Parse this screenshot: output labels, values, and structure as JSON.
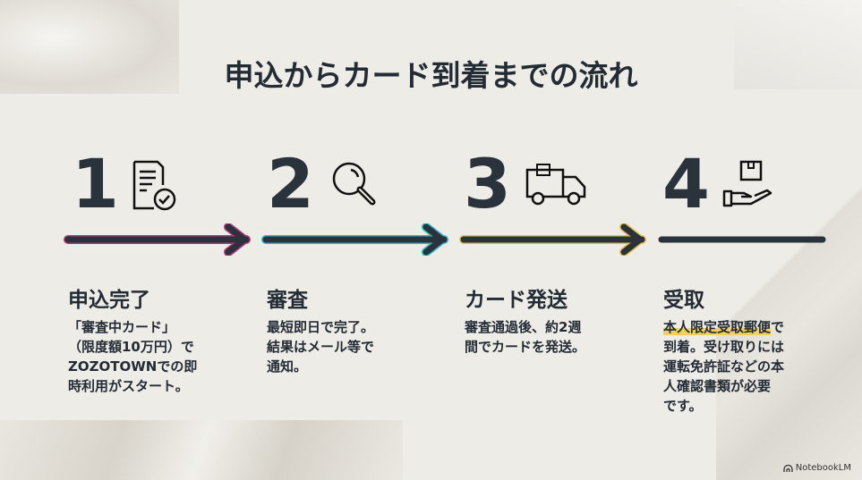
{
  "title": "申込からカード到着までの流れ",
  "colors": {
    "step1": "#b23a7c",
    "step2": "#3cb3cc",
    "step3": "#e6c24a",
    "arrow": "#2a323c",
    "highlight": "#f2cf63"
  },
  "steps": [
    {
      "number": "1",
      "icon": "document-check-icon",
      "heading": "申込完了",
      "lines": [
        "「審査中カード」",
        "（限度額10万円）で",
        "ZOZOTOWNでの即",
        "時利用がスタート。"
      ]
    },
    {
      "number": "2",
      "icon": "magnifier-icon",
      "heading": "審査",
      "lines": [
        "最短即日で完了。",
        "結果はメール等で",
        "通知。"
      ]
    },
    {
      "number": "3",
      "icon": "delivery-truck-icon",
      "heading": "カード発送",
      "lines": [
        "審査通過後、約2週",
        "間でカードを発送。"
      ]
    },
    {
      "number": "4",
      "icon": "hand-package-icon",
      "heading": "受取",
      "highlight": "本人限定受取郵便",
      "line1_rest": "で",
      "lines": [
        "到着。受け取りには",
        "運転免許証などの本",
        "人確認書類が必要",
        "です。"
      ]
    }
  ],
  "branding": "NotebookLM"
}
